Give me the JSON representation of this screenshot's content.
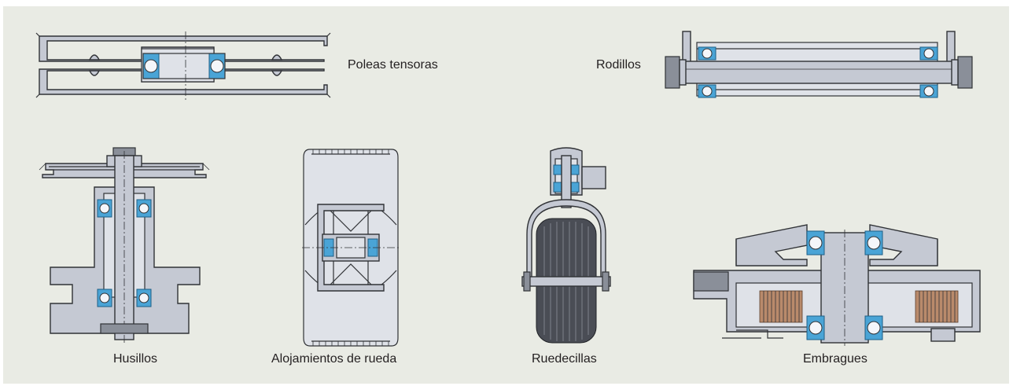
{
  "labels": {
    "idler_pulleys": "Poleas tensoras",
    "rollers": "Rodillos",
    "spindles": "Husillos",
    "wheel_hubs": "Alojamientos de rueda",
    "caster_wheels": "Ruedecillas",
    "clutches": "Embragues"
  },
  "colors": {
    "background": "#e9ebe4",
    "steel": "#c5c9d3",
    "bearing_seal": "#4aa4d6",
    "text": "#231f20"
  }
}
